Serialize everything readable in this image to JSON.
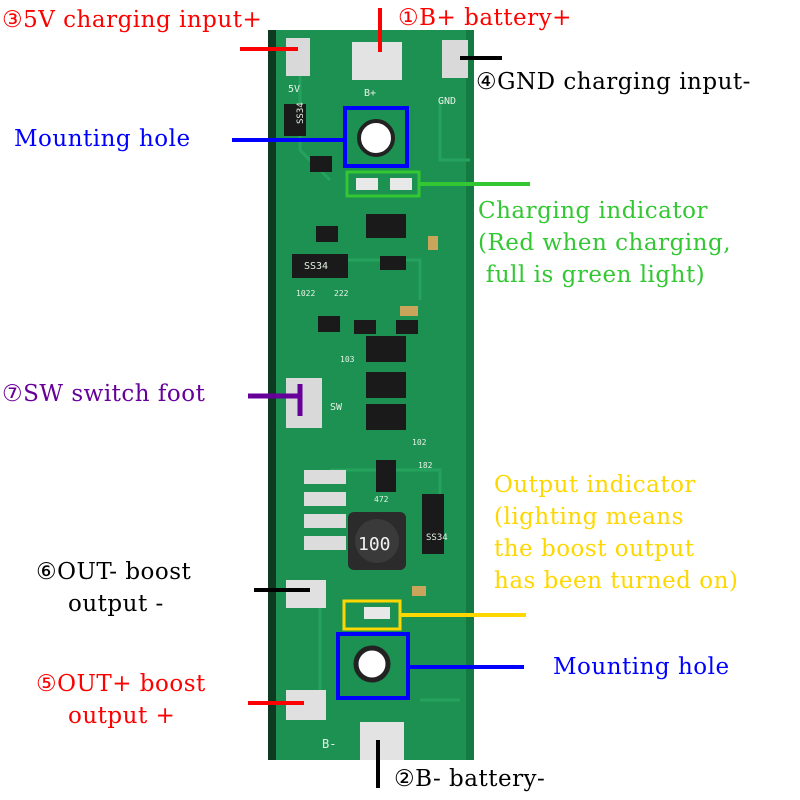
{
  "colors": {
    "red": "#ff0000",
    "blue": "#0000ff",
    "green": "#33c733",
    "purple": "#660099",
    "yellow": "#ffd700",
    "black": "#000000",
    "board": "#1d9152",
    "board_dark": "#157a42"
  },
  "labels": {
    "l1_battery_plus": "①B+ battery+",
    "l2_battery_minus": "②B- battery-",
    "l3_charging_input_plus": "③5V charging input+",
    "l4_gnd_charging_input": "④GND charging input-",
    "l5_out_plus_line1": "⑤OUT+ boost",
    "l5_out_plus_line2": "output +",
    "l6_out_minus_line1": "⑥OUT- boost",
    "l6_out_minus_line2": "output -",
    "l7_sw_switch_foot": "⑦SW switch foot",
    "mounting_hole_top": "Mounting hole",
    "mounting_hole_bottom": "Mounting hole",
    "charging_indicator_line1": "Charging indicator",
    "charging_indicator_line2": "(Red when charging,",
    "charging_indicator_line3": " full is green light)",
    "output_indicator_line1": "Output indicator",
    "output_indicator_line2": "(lighting means",
    "output_indicator_line3": "the boost output",
    "output_indicator_line4": "has been turned on)"
  },
  "board": {
    "silk_ss34_top": "SS34",
    "silk_ss34_mid": "SS34",
    "silk_ss34_bottom": "SS34",
    "silk_5v": "5V",
    "silk_bplus": "B+",
    "silk_gnd": "GND",
    "silk_sw": "SW",
    "silk_bminus": "B-",
    "inductor_label": "100",
    "chip_code_1": "103",
    "chip_code_2": "102",
    "chip_code_3": "472",
    "chip_code_4": "182",
    "chip_code_5": "1022",
    "chip_code_6": "222"
  }
}
